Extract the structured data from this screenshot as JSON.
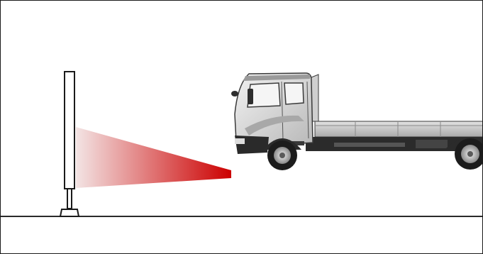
{
  "scene": {
    "ground_line_color": "#2a2a2a",
    "sensor_color": "#1a1a1a",
    "beam_color_start": "#f3e4e4",
    "beam_color_end": "#cc0000",
    "truck_body_color": "#d9d9d9",
    "truck_outline_color": "#3a3a3a",
    "tire_color": "#1c1c1c",
    "components": [
      "sensor-pole",
      "detection-beam",
      "flatbed-truck",
      "ground-line"
    ]
  }
}
